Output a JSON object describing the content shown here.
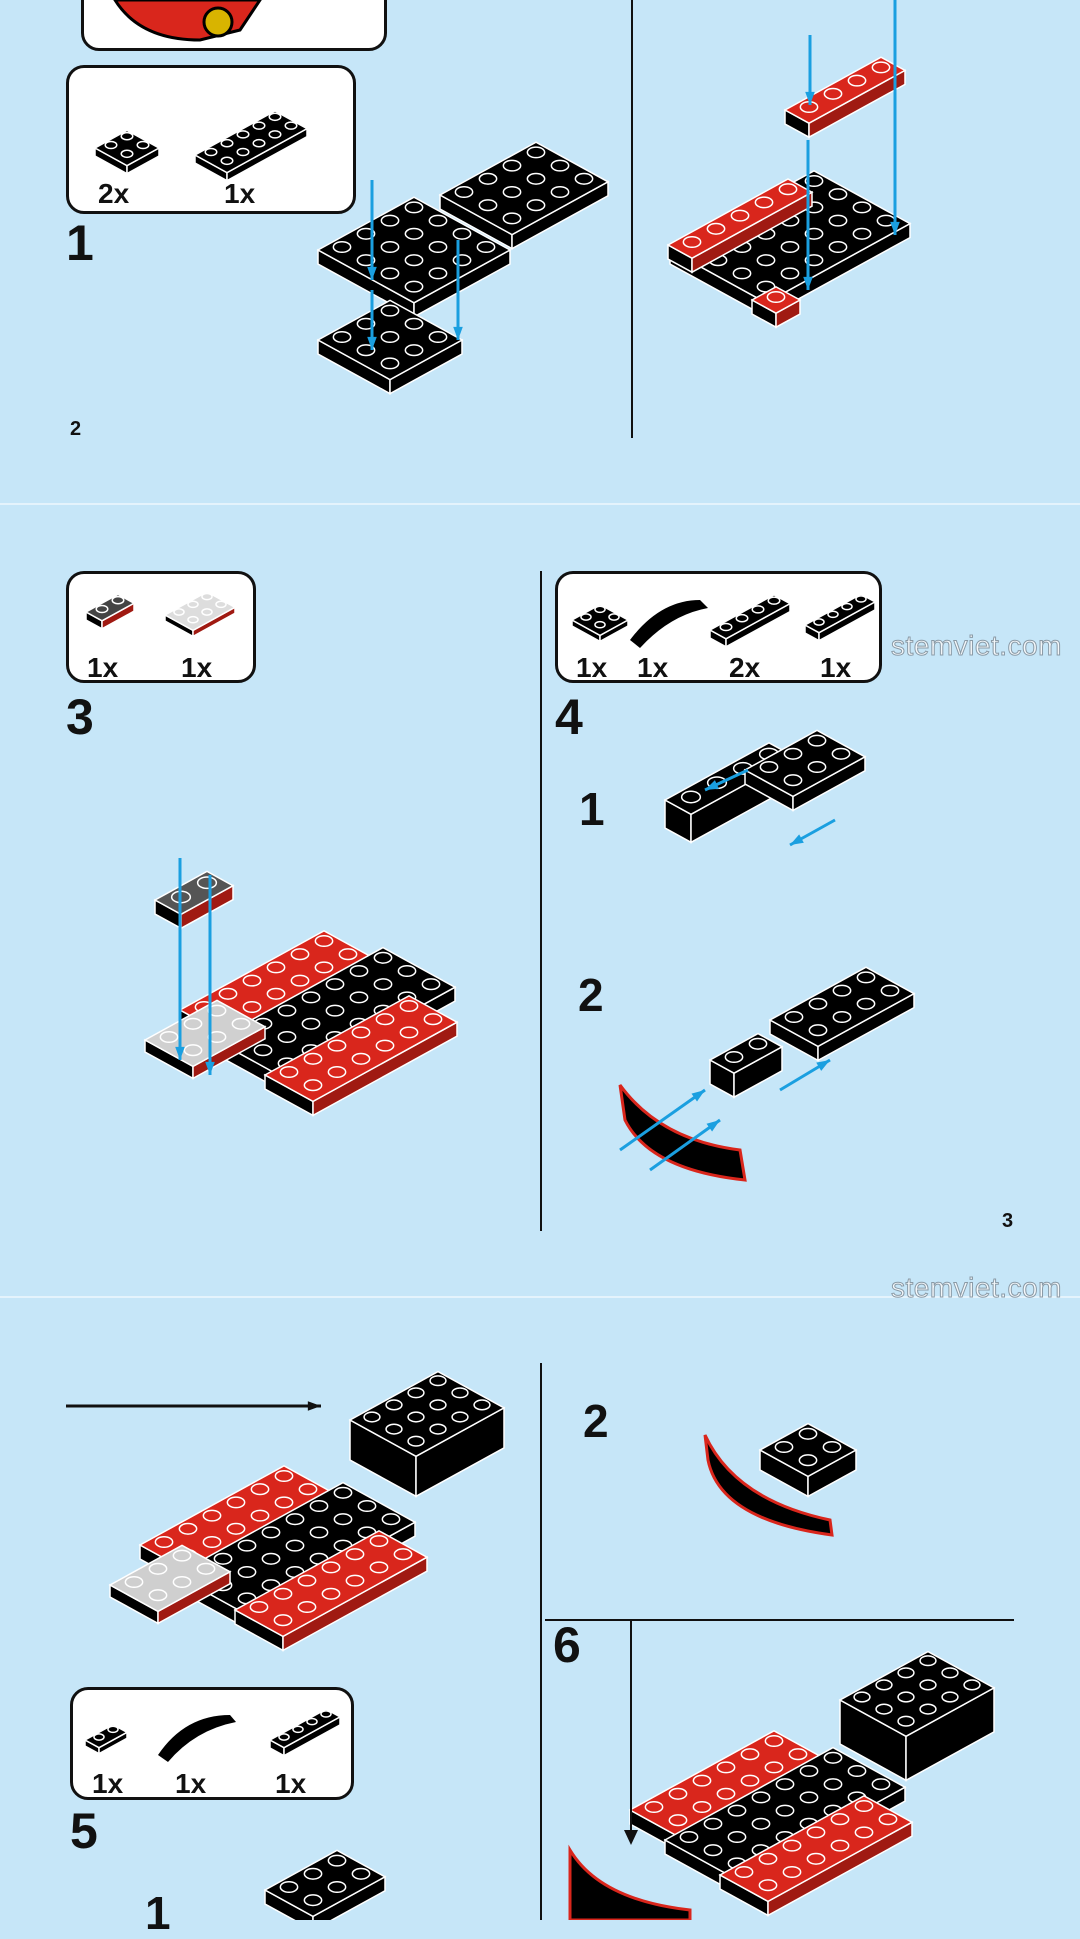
{
  "watermark": "stemviet.com",
  "page_numbers": {
    "left": "2",
    "right": "3"
  },
  "steps": {
    "s1": {
      "number": "1",
      "parts": [
        "2x",
        "1x"
      ]
    },
    "s3": {
      "number": "3",
      "parts": [
        "1x",
        "1x"
      ]
    },
    "s4": {
      "number": "4",
      "parts": [
        "1x",
        "1x",
        "2x",
        "1x"
      ],
      "substeps": [
        "1",
        "2"
      ]
    },
    "s5": {
      "number": "5",
      "parts": [
        "1x",
        "1x",
        "1x"
      ],
      "substeps": [
        "1"
      ]
    },
    "s6": {
      "number": "6"
    },
    "s5_prev_substep": "2"
  },
  "colors": {
    "background": "#c6e6f8",
    "brick_black": "#111111",
    "brick_red": "#d9261c",
    "arrow": "#1a9fe0"
  }
}
